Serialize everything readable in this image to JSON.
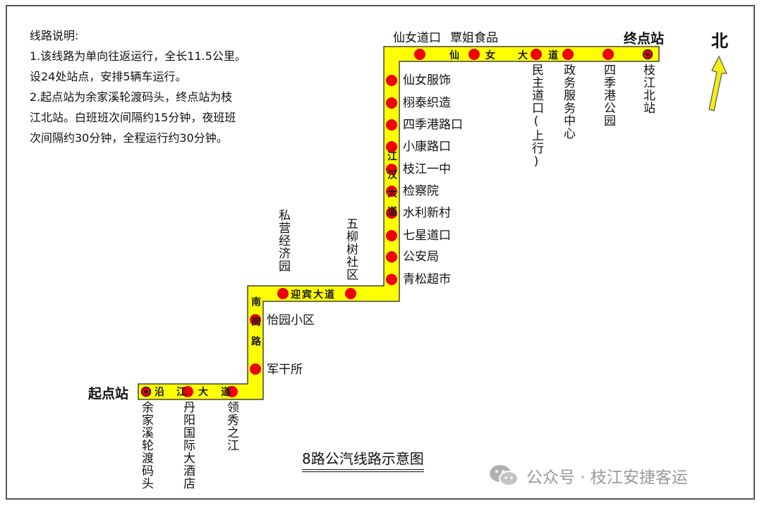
{
  "notes": {
    "heading": "线路说明:",
    "line1": "1.该线路为单向往返运行，全长11.5公里。",
    "line2": "设24处站点，安排5辆车运行。",
    "line3": "2.起点站为余家溪轮渡码头，终点站为枝",
    "line4": "江北站。白班班次间隔约15分钟，夜班班",
    "line5": "次间隔约30分钟，全程运行约30分钟。"
  },
  "title": "8路公汽线路示意图",
  "north_label": "北",
  "start_label": "起点站",
  "end_label": "终点站",
  "watermark": "公众号 · 枝江安捷客运",
  "roads": {
    "yanjiang": [
      "沿",
      "江",
      "大",
      "道"
    ],
    "nangang": "南岗路",
    "yingbin": "迎宾大道",
    "jianghan": "江汉大道",
    "xiannv": [
      "仙",
      "女",
      "大",
      "道"
    ]
  },
  "stops": {
    "s01": "余家溪轮渡码头",
    "s02": "丹阳国际大酒店",
    "s03": "领秀之江",
    "s04": "军干所",
    "s05": "怡园小区",
    "s06": "私营经济园",
    "s07": "五柳树社区",
    "s08": "青松超市",
    "s09": "公安局",
    "s10": "七星道口",
    "s11": "水利新村",
    "s12": "检察院",
    "s13": "枝江一中",
    "s14": "小康路口",
    "s15": "四季港路口",
    "s16": "栩泰织造",
    "s17": "仙女服饰",
    "s18": "仙女道口",
    "s19": "覃姐食品",
    "s20": "民主道口(上行)",
    "s21": "政务服务中心",
    "s22": "四季港公园",
    "s23": "枝江北站"
  },
  "colors": {
    "route_fill": "#ffff00",
    "route_outline": "#444444",
    "stop": "#ee0000",
    "arrow": "#f2ee16",
    "watermark": "#9a9a9a"
  },
  "icons": {
    "north_arrow": "north-arrow-icon",
    "terminal": "terminal-station-icon",
    "watermark": "wechat-icon"
  }
}
